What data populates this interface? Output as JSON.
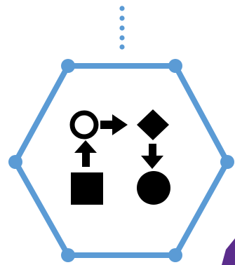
{
  "graphic": {
    "icon_name": "process-flow-icon",
    "colors": {
      "background": "#ffffff",
      "hexagon_stroke": "#5b9bd5",
      "connector_dots": "#5b9bd5",
      "glyph_fill": "#000000",
      "glyph_ring_fill": "#ffffff",
      "corner_accent": "#5b2d8c"
    },
    "shapes": {
      "top_left": "circle-outline",
      "top_right": "diamond",
      "bottom_left": "square",
      "bottom_right": "circle"
    },
    "arrows": [
      "up",
      "right",
      "down"
    ]
  }
}
